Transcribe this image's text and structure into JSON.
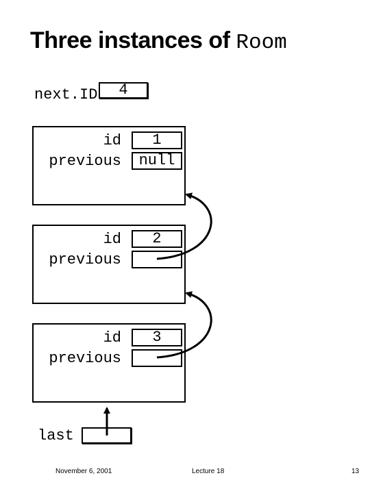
{
  "title": {
    "text": "Three instances of ",
    "code": "Room"
  },
  "next_id": {
    "label": "next.ID",
    "value": "4"
  },
  "rooms": [
    {
      "id_label": "id",
      "previous_label": "previous",
      "id_value": "1",
      "previous_value": "null"
    },
    {
      "id_label": "id",
      "previous_label": "previous",
      "id_value": "2",
      "previous_value": ""
    },
    {
      "id_label": "id",
      "previous_label": "previous",
      "id_value": "3",
      "previous_value": ""
    }
  ],
  "last": {
    "label": "last"
  },
  "footer": {
    "date": "November 6, 2001",
    "course": "Lecture 18",
    "page": "13"
  }
}
